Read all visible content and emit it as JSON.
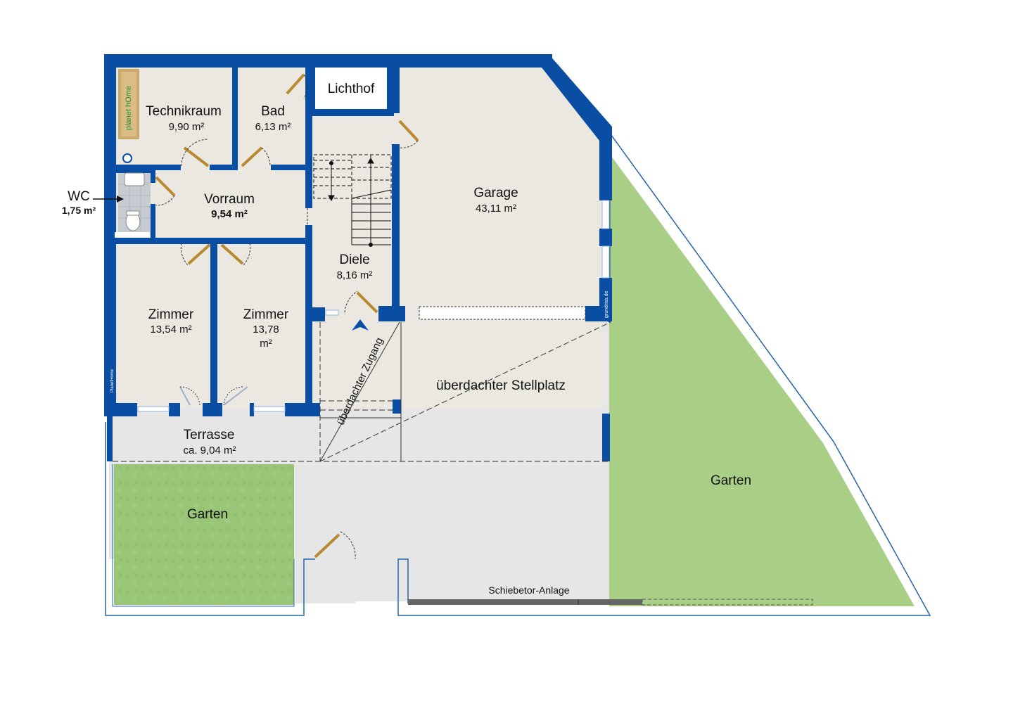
{
  "colors": {
    "wall": "#0a4ea3",
    "room_floor": "#ebe8e1",
    "outdoor_paving": "#e6e6e6",
    "lawn": "#a9cf87",
    "lawn_textured": "#94c070",
    "background": "#ffffff"
  },
  "rooms": {
    "technikraum": {
      "name": "Technikraum",
      "area": "9,90 m²"
    },
    "bad": {
      "name": "Bad",
      "area": "6,13 m²"
    },
    "lichthof": {
      "name": "Lichthof"
    },
    "garage": {
      "name": "Garage",
      "area": "43,11 m²"
    },
    "wc": {
      "name": "WC",
      "area": "1,75 m²"
    },
    "vorraum": {
      "name": "Vorraum",
      "area": "9,54 m²"
    },
    "diele": {
      "name": "Diele",
      "area": "8,16 m²"
    },
    "zimmer_left": {
      "name": "Zimmer",
      "area": "13,54 m²"
    },
    "zimmer_right": {
      "name": "Zimmer",
      "area_line1": "13,78",
      "area_line2": "m²"
    },
    "terrasse": {
      "name": "Terrasse",
      "area": "ca. 9,04 m²"
    },
    "stellplatz": {
      "name": "überdachter Stellplatz"
    },
    "zugang": {
      "name": "überdachter Zugang"
    },
    "garten_left": {
      "name": "Garten"
    },
    "garten_right": {
      "name": "Garten"
    },
    "schiebetor": {
      "name": "Schiebetor-Anlage"
    }
  },
  "watermarks": {
    "logo": "planet hOme",
    "planethome_side": "PlanetHome",
    "grundriss": "grundriss.de"
  },
  "icons": [
    "door-swing-icon",
    "stairs-icon",
    "entrance-arrow-icon",
    "toilet-icon",
    "sink-icon",
    "wc-pointer-arrow-icon",
    "round-column-icon"
  ]
}
